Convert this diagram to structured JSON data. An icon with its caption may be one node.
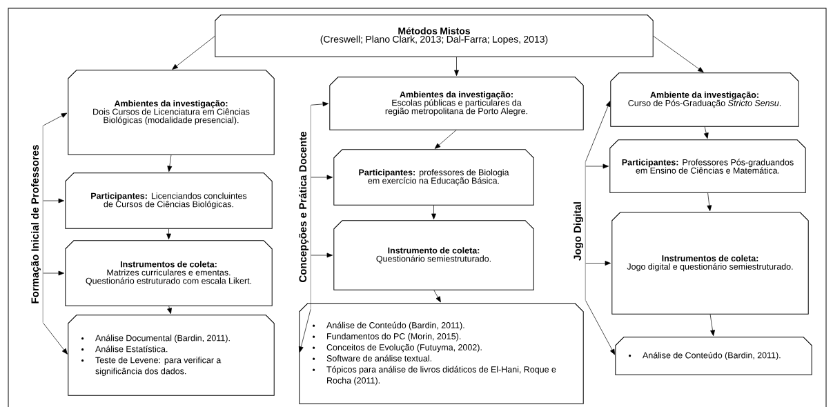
{
  "diagram": {
    "nodes": [
      {
        "text": [
          "Métodos Mistos",
          "(Creswell; Plano Clark, 2013; Dal-Farra; Lopes, 2013)"
        ]
      },
      {
        "text": [
          "Formação Inicial de Professores"
        ]
      },
      {
        "text": [
          "Ambientes da investigação:",
          "Dois Cursos de Licenciatura em Ciências Biológicas (modalidade presencial)."
        ]
      },
      {
        "text": [
          "**Participantes:** Licenciandos concluintes de Cursos de Ciências Biológicas."
        ]
      },
      {
        "text": [
          "Instrumentos de coleta:",
          "Matrizes curriculares e ementas. Questionário estruturado com escala Likert."
        ]
      },
      {
        "text": [
          "Análise Documental (Bardin, 2011).",
          "Análise Estatística.",
          "Teste de Levene: para verificar a significância dos dados."
        ]
      },
      {
        "text": [
          "Concepções e Prática Docente"
        ]
      },
      {
        "text": [
          "Ambientes da investigação:",
          "Escolas públicas e particulares da região metropolitana de Porto Alegre."
        ]
      },
      {
        "text": [
          "**Participantes:** professores de Biologia em exercício na Educação Básica."
        ]
      },
      {
        "text": [
          "Instrumento de coleta:",
          "Questionário semiestruturado."
        ]
      },
      {
        "text": [
          "Análise de Conteúdo (Bardin, 2011).",
          "Fundamentos do PC (Morin, 2015).",
          "Conceitos de Evolução (Futuyma, 2002).",
          "Software de análise textual.",
          "Tópicos para análise de livros didáticos de El-Hani, Roque e Rocha (2011)."
        ]
      },
      {
        "text": [
          "Jogo Digital"
        ]
      },
      {
        "text": [
          "Ambiente da investigação:",
          "Curso de Pós-Graduação *Stricto Sensu*."
        ]
      },
      {
        "text": [
          "**Participantes:** Professores Pós-graduandos em Ensino de Ciências e Matemática."
        ]
      },
      {
        "text": [
          "Instrumentos de coleta:",
          "Jogo digital e questionário semiestruturado."
        ]
      },
      {
        "text": [
          "Análise de Conteúdo (Bardin, 2011)."
        ]
      }
    ],
    "edges": [
      {
        "from": 0,
        "to": 2,
        "arrow": "to"
      },
      {
        "from": 0,
        "to": 7,
        "arrow": "to"
      },
      {
        "from": 0,
        "to": 12,
        "arrow": "to"
      },
      {
        "from": 1,
        "to": 2,
        "arrow": "to"
      },
      {
        "from": 1,
        "to": 3,
        "arrow": "to"
      },
      {
        "from": 1,
        "to": 4,
        "arrow": "to"
      },
      {
        "from": 1,
        "to": 5,
        "arrow": "to"
      },
      {
        "from": 2,
        "to": 3,
        "arrow": "to"
      },
      {
        "from": 3,
        "to": 4,
        "arrow": "to"
      },
      {
        "from": 4,
        "to": 5,
        "arrow": "to"
      },
      {
        "from": 6,
        "to": 7,
        "arrow": "to"
      },
      {
        "from": 6,
        "to": 8,
        "arrow": "to"
      },
      {
        "from": 6,
        "to": 9,
        "arrow": "to"
      },
      {
        "from": 6,
        "to": 10,
        "arrow": "to"
      },
      {
        "from": 7,
        "to": 8,
        "arrow": "to"
      },
      {
        "from": 8,
        "to": 9,
        "arrow": "to"
      },
      {
        "from": 9,
        "to": 10,
        "arrow": "to"
      },
      {
        "from": 11,
        "to": 12,
        "arrow": "to"
      },
      {
        "from": 11,
        "to": 13,
        "arrow": "to"
      },
      {
        "from": 11,
        "to": 14,
        "arrow": "to"
      },
      {
        "from": 11,
        "to": 15,
        "arrow": "to"
      },
      {
        "from": 12,
        "to": 13,
        "arrow": "to"
      },
      {
        "from": 13,
        "to": 14,
        "arrow": "to"
      },
      {
        "from": 14,
        "to": 15,
        "arrow": "to"
      }
    ]
  }
}
